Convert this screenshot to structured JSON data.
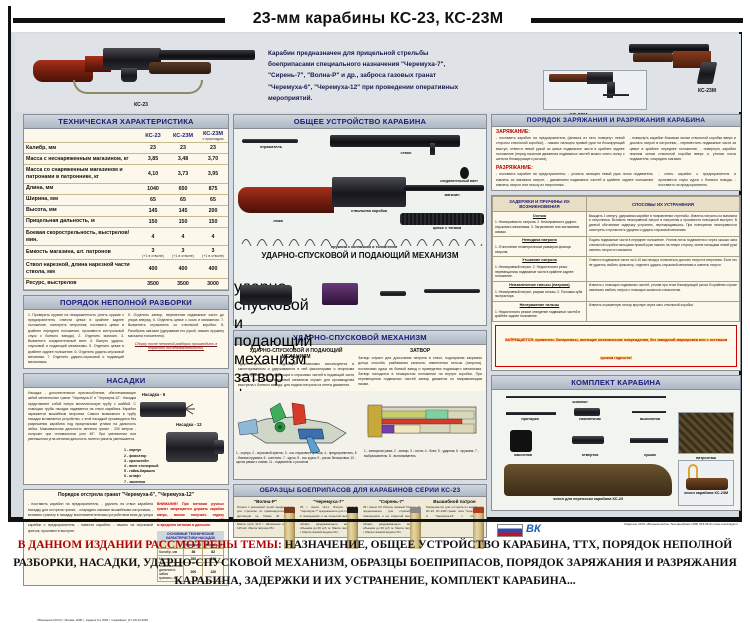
{
  "title": "23-мм карабины КС-23, КС-23М",
  "hero": {
    "description": "Карабин предназначен для прицельной стрельбы боеприпасами специального назначения \"Черемуха-7\", \"Сирень-7\", \"Волна-Р\" и др., заброса газовых гранат \"Черемуха-6\", \"Черемуха-12\" при проведении оперативных мероприятий.",
    "label_left": "КС-23",
    "label_right": "КС-23М",
    "label_inset": "КС-23М с прикладом"
  },
  "specs": {
    "header": "ТЕХНИЧЕСКАЯ ХАРАКТЕРИСТИКА",
    "columns": [
      "КС-23",
      "КС-23М",
      "КС-23М"
    ],
    "column_note": "с прикладом",
    "rows": [
      {
        "label": "Калибр, мм",
        "values": [
          "23",
          "23",
          "23"
        ]
      },
      {
        "label": "Масса с неснаряженным магазином, кг",
        "values": [
          "3,85",
          "3,48",
          "3,70"
        ]
      },
      {
        "label": "Масса со снаряженным магазином и патронами в патроннике, кг",
        "values": [
          "4,10",
          "3,73",
          "3,95"
        ]
      },
      {
        "label": "Длина, мм",
        "values": [
          "1040",
          "650",
          "875"
        ]
      },
      {
        "label": "Ширина, мм",
        "values": [
          "65",
          "65",
          "65"
        ]
      },
      {
        "label": "Высота, мм",
        "values": [
          "145",
          "145",
          "200"
        ]
      },
      {
        "label": "Прицельная дальность, м",
        "values": [
          "150",
          "150",
          "150"
        ]
      },
      {
        "label": "Боевая скорострельность, выстрелов/мин.",
        "values": [
          "4",
          "4",
          "4"
        ]
      },
      {
        "label": "Емкость магазина, шт. патронов",
        "values": [
          "3",
          "3",
          "3"
        ],
        "sub": "(+1 в стволе)"
      },
      {
        "label": "Ствол нарезной, длина нарезной части ствола, мм",
        "values": [
          "400",
          "400",
          "400"
        ]
      },
      {
        "label": "Ресурс, выстрелов",
        "values": [
          "3500",
          "3500",
          "3000"
        ]
      }
    ]
  },
  "disassembly": {
    "header": "ПОРЯДОК НЕПОЛНОЙ РАЗБОРКИ",
    "left_steps": "1. Проверить оружие на незаряженность (снять оружие с предохранителя, отвести цевье в крайнее заднее положение, осмотреть патронник, поставить цевье в крайнее переднее положение, произвести контрольный спуск с боевого взвода).\n2. Отделить магазин.\n3. Вывинтить соединительный винт.\n4. Вынуть ударно-спусковой и подающий механизмы.\n5. Отделить цевье в крайнее заднее положение.\n6. Отделить ударно-спусковой механизм.\n7. Отделить ударно-спусковой и подающий механизмы.",
    "right_steps": "5. Отделить затвор, переместив подвижные части до упора вперед.\n6. Отделить цевье с осью и магазином.\n7. Вывинтить отражатель со ствольной коробки.\n8. Разобрать магазин (удерживая его рукой, нажать пружину магазина толкателем).",
    "note": "Сборку после неполной разборки производить в обратной последовательности."
  },
  "attachments": {
    "header": "НАСАДКИ",
    "body": "Насадка - дополнительное приспособление, обеспечивающее забой метательных гранат \"Черемуха-6\" и \"Черемуха-12\". Насадка представляет собой полую металлическую трубу с шайбой. С помощью трубы насадка надевается на ствол карабина. Карабин заряжается вышибным патроном. Самого возможного в трубу насадки вставляется устройство, с этой насадкой производится без разрешения карабина под прицельными углами на дальность забоя. Максимальная дальность метания гранат - 200 метров - получает при оптимальном угле 45°. При увеличении или уменьшении угла метания дальность полета гранаты уменьшается.",
    "label_6": "Насадка - 6",
    "label_12": "Насадка - 12",
    "legend": [
      "1 - корпус",
      "2 - фиксатор",
      "3 - кронштейн",
      "4 - винт стопорный",
      "5 - гайка-барашек",
      "6 - штифт",
      "7 - заклепка"
    ]
  },
  "grenade_order": {
    "header": "Порядок отстрела гранат \"Черемуха-6\", \"Черемуха-12\"",
    "steps": "- поставить карабин на предохранитель;\n- удалить на ствол карабина насадку для отстрела гранат;\n- снарядить магазин вышибными патронами;\n- вставить гранату в насадку воспламенительным устройством вниз до упора фиксатором;\n- установить магазин вышибным патроном в патронник;\n- снять карабин с предохранителя;\n- навести карабин;\n- нажать на спусковой крючок, произвести выстрел.",
    "warning": "ВНИМАНИЕ! При метании ручных гранат запрещается держать карабин вверх, можно получить отдачу большой мощности. Не удалять до 30 м вредного метания в дальнем.",
    "table": {
      "caption": "ОСНОВНЫЕ ТЕХНИЧЕСКИЕ ХАРАКТЕРИСТИКИ НАСАДОК",
      "columns": [
        "",
        "Насадка-6",
        "Насадка-12"
      ],
      "rows": [
        {
          "label": "Калибр, мм",
          "values": [
            "36",
            "82"
          ]
        },
        {
          "label": "Масса, г",
          "values": [
            "280",
            "540"
          ]
        },
        {
          "label": "Максимальная дальность забоя гранаты, м",
          "values": [
            "200",
            "120"
          ]
        }
      ]
    }
  },
  "general": {
    "header": "ОБЩЕЕ УСТРОЙСТВО КАРАБИНА",
    "parts": [
      "отражатель",
      "ствол",
      "соединительный винт",
      "ствольная коробка",
      "магазин",
      "ложа",
      "цевье с тягами",
      "пружина с колпачком и толкателем",
      "ударно-спусковой и подающий механизм",
      "затвор",
      "фиксатор",
      "приставной приклад (для КС-23М)"
    ],
    "mech_title": "УДАРНО-СПУСКОВОЙ И\nПОДАЮЩИЙ МЕХАНИЗМ"
  },
  "usm": {
    "header": "УДАРНО-СПУСКОВОЙ МЕХАНИЗМ",
    "left_title": "УДАРНО-СПУСКОВОЙ И ПОДАЮЩИЙ МЕХАНИЗМ",
    "left_text": "Ударно-спусковой и подающий механизмы используются в смонтированном и удерживаются в ней фиксаторами и опорными осями пружин и осей подающих и спусковых частей в подающий части нижней оси. Ударно-спусковой механизм служит для производства выстрела с боевого взвода, для подачи патрона из ленты движения.",
    "right_title": "ЗАТВОР",
    "right_text": "Затвор служит для досылания патрона в ствол, подпирания закраины донца способа, разбивания капсюля, извлечения гильзы (патрона), постановки курка на боевой взвод и приведения подающего механизма. Затвор находится в незакрытом положении на внутри коробки. При перемещении подвижных частей затвор движется по направляющим пазам.",
    "left_legend": "1 - корпус; 2 - спусковой крючок; 3 - ось спускового крючка; 4 - предохранитель; 5 - боевая пружина; 6 - шептало; 7 - курок; 8 - ось курка; 9 - рычаг блокировки; 10 - щиток рамки с осями; 11 - подаватель с рычагом",
    "right_legend": "1 - затворная рама; 2 - затвор; 3 - остов; 4 - боек; 5 - ударник; 6 - пружина; 7 - выбрасыватель; 8 - выталкиватель"
  },
  "ammo": {
    "header": "ОБРАЗЦЫ БОЕПРИПАСОВ ДЛЯ КАРАБИНОВ СЕРИИ КС-23",
    "items": [
      {
        "name": "\"Волна-Р\"",
        "text": "Патрон с резиновой пулей предназначен для стрельбы по правонарушителям с дистанции не ближе 40 метров. Прицельная дальность 70 м. Масса 65 г. Масса пули 11,6 г. Начальная скорость 125 м/с. Масса патрона 65 г.",
        "tip_color": "#7a3a1a"
      },
      {
        "name": "\"Черемуха-7\"",
        "text": "25 г смеси ЧН-1. Патрон газовый \"Черемуха-7\" предназначен для стрельбы в помещениях и на открытой местности. Дальность стрельбы до 150 м. Создает облако раздражающего вещества объемом до 60 куб. м. Масса патрона 80 г. Масса газовой выдачи 20 г.",
        "tip_color": "#1a1a1a"
      },
      {
        "name": "\"Сирень-7\"",
        "text": "35 г смеси СЗ. Патрон газовый \"Сирень-7\" предназначен для стрельбы в помещениях и на открытой местности. Дальность стрельбы до 150 м. Создает облако раздражающего вещества объемом до 60 куб. м. Масса патрона 80 г. Масса газовой выдачи 20 г.",
        "tip_color": "#8a8a8a"
      },
      {
        "name": "Вышибной патрон",
        "text": "Применяется для отстрела из карабинов КС-23, КС-23М гранат типа \"Черемуха-6\" и \"Черемуха-12\" с помощью соответствующих насадок.",
        "tip_color": "#b33a1a"
      }
    ]
  },
  "loading": {
    "header": "ПОРЯДОК  ЗАРЯЖАНИЯ И РАЗРЯЖАНИЯ КАРАБИНА",
    "load_title": "ЗАРЯЖАНИЕ:",
    "load_left": "- поставить карабин на предохранитель (флажок из него повернут левой стороны ствольной коробки);\n- нажать пальцем правой руки на блокирующий выступ, отвести левой рукой за цевье подвижные части в крайнее заднее положение (перед началом движения подвижных частей можно снять полку с шепота блокирующего рычага);",
    "load_right": "- повернуть карабин боковым окном ствольной коробки вверх и дослать патрон в патронник;\n- переместить подвижные части за цевье в крайнее переднее положение;\n- повернуть карабин нижним окном ствольной коробки вверх и, утопив лоток подавателя, снарядить магазин.",
    "unload_title": "РАЗРЯЖАНИЕ:",
    "unload_left": "- поставить карабин на предохранитель;\n- утопить пальцем левой руки лоток подавателя, извлечь из магазина патрон;\n- движением подвижных частей в крайнее заднее положение извлечь патрон или гильзу из патронника.",
    "unload_right": "- снять карабин с предохранителя и произвести спуск курка с боевого взвода;\n- поставить на предохранитель."
  },
  "malfunctions": {
    "col1": "ЗАДЕРЖКИ И ПРИЧИНЫ ИХ ВОЗНИКНОВЕНИЯ",
    "col2": "СПОСОБЫ ИХ УСТРАНЕНИЯ",
    "rows": [
      {
        "name": "Осечка",
        "causes": "1. Неисправность патрона.\n2. Неисправность ударно-спускового механизма.\n3. Загрязнение или застывание смазки.",
        "fix": "Выждать 1 минуту, удерживая карабин в направлении стрельбы. Извлечь патроны из магазина и патронника. Вставить неисправный патрон в патронник и произвести повторный выстрел. В данной обстановке задержку устранить, перезарядившись. При повторении неисправности осмотреть и прочистить ударник и ударно-спусковой механизм."
      },
      {
        "name": "Неподача патрона",
        "causes": "1. Отклонение геометрических размеров фланца патрона.",
        "fix": "Подать подвижные части в переднее положение. Утопив лоток подавателя и через окошко окна ствольной коробки пальцами правой руки нажать на левую сторону, затем пальцами левой руки извлечь патрон из магазина."
      },
      {
        "name": "Утыкание патрона",
        "causes": "1. Неисправный патрон.\n2. Недостаточно резко перемещались подвижные части в крайнее заднее положение.",
        "fix": "Отвести подвижные части на 5-10 мм назад и попытаться дослать патрон в патронник. Если это не удается, выбить фиксатор, отделить ударно-спусковой механизм и извлечь патрон."
      },
      {
        "name": "Неизвлечение гильзы (патрона)",
        "causes": "1. Неисправный патрон, разрыв гильзы.\n2. Поломка зуба экстрактора.",
        "fix": "Извлечь с помощью подвижных частей, утопив при этом блокирующий рычаг. В крайнем случае извлекать выбить патрон с помощью шомпола и выколотки."
      },
      {
        "name": "Неотражение гильзы",
        "causes": "1. Недостаточно резкое отведение подвижных частей в крайнее заднее положение.",
        "fix": "Извлечь отраженную гильзу вручную через окно ствольной коробки."
      }
    ],
    "forbidden": "ЗАПРЕЩАЕТСЯ: применять боеприпасы, имеющие механические повреждения, без заводской маркировки или с истекшим сроком годности!"
  },
  "kit": {
    "header": "КОМПЛЕКТ КАРАБИНА",
    "items": [
      "протирка",
      "шомпол",
      "наконечник",
      "выколотка",
      "масленка",
      "отвертка",
      "ершик",
      "патронташ"
    ],
    "case_23": "чехол для переноски карабина КС-23",
    "case_23m": "чехол карабина КС-23М"
  },
  "footer": {
    "imprint": "Издатель ООО «Военная книга»\nТелефон/факс (495) 543-66-01\nwww.voenkniga.ru",
    "imprint2": "©Военкнига (ООО) г. Москва, 2008 г., издание 5-е 2009 г.\nтираж/факс: (47-23) 02-3048"
  },
  "banner": {
    "lead": "В ДАННОМ ИЗДАНИИ РАССМОТРЕНЫ ТЕМЫ:",
    "rest": " НАЗНАЧЕНИЕ, ОБЩЕЕ УСТРОЙСТВО КАРАБИНА, ТТХ, ПОРЯДОК НЕПОЛНОЙ РАЗБОРКИ, НАСАДКИ, УДАРНО-СПУСКОВОЙ МЕХАНИЗМ, ОБРАЗЦЫ БОЕПРИПАСОВ, ПОРЯДОК ЗАРЯЖАНИЯ И РАЗРЯЖАНИЯ КАРАБИНА, ЗАДЕРЖКИ И ИХ УСТРАНЕНИЕ, КОМПЛЕКТ КАРАБИНА..."
  }
}
